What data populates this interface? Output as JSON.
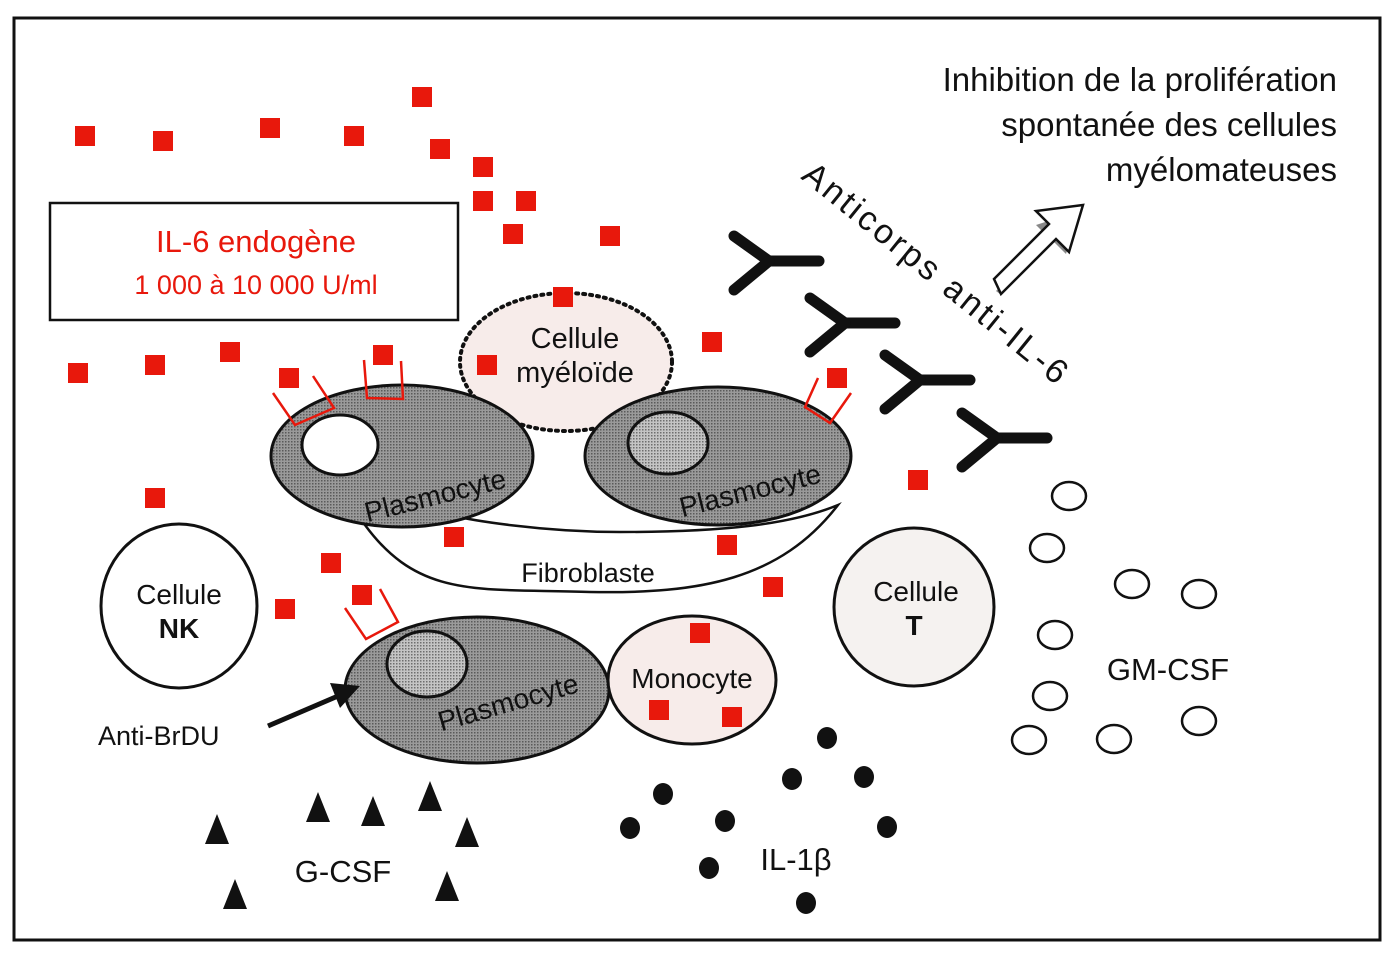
{
  "colors": {
    "il6": "#e8180c",
    "ink": "#111111",
    "plasmocyte_fill": "#8a8a8a",
    "light_cell_fill": "#f7ecea"
  },
  "headline": {
    "line1": "Inhibition de la prolifération",
    "line2": "spontanée des cellules",
    "line3": "myélomateuses"
  },
  "il6_box": {
    "title": "IL-6 endogène",
    "concentration": "1 000 à 10 000 U/ml"
  },
  "antibody_label": "Anticorps anti-IL-6",
  "cells": {
    "myeloid": {
      "line1": "Cellule",
      "line2": "myéloïde"
    },
    "plasmocyte_left": "Plasmocyte",
    "plasmocyte_right": "Plasmocyte",
    "plasmocyte_bottom": "Plasmocyte",
    "fibroblast": "Fibroblaste",
    "nk": {
      "line1": "Cellule",
      "line2": "NK"
    },
    "t": {
      "line1": "Cellule",
      "line2": "T"
    },
    "monocyte": "Monocyte"
  },
  "labels": {
    "anti_brdu": "Anti-BrDU",
    "gcsf": "G-CSF",
    "il1b": "IL-1β",
    "gmcsf": "GM-CSF"
  },
  "legend_icons": {
    "il6": "red-square",
    "gcsf": "black-triangle",
    "il1b": "black-dot",
    "gmcsf": "open-circle",
    "antibody": "y-shape",
    "receptor": "red-bracket"
  }
}
